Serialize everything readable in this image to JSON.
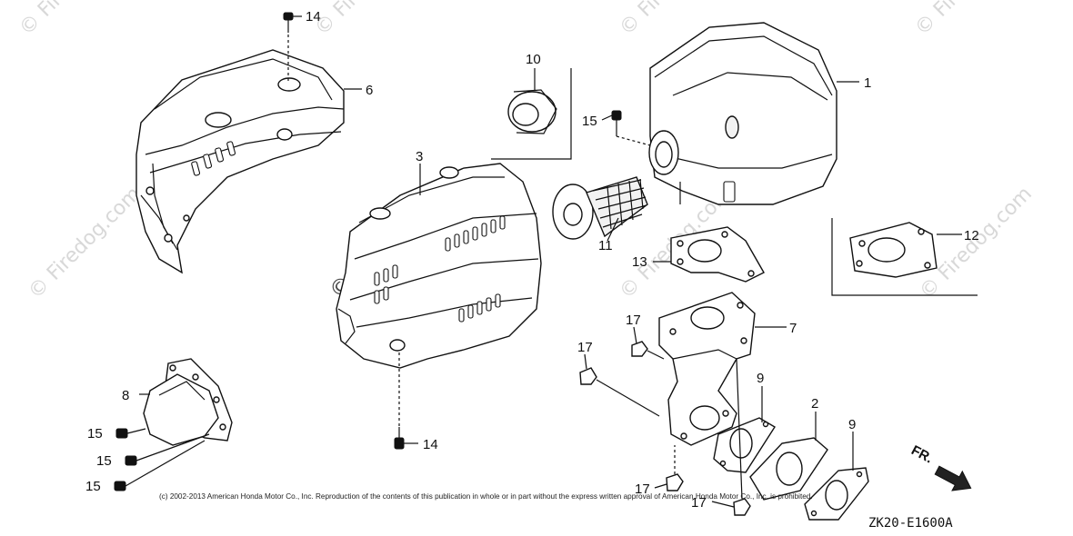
{
  "diagram": {
    "callouts": {
      "c1": "1",
      "c2": "2",
      "c3": "3",
      "c6": "6",
      "c7": "7",
      "c8": "8",
      "c9a": "9",
      "c9b": "9",
      "c10": "10",
      "c11": "11",
      "c12": "12",
      "c13": "13",
      "c14a": "14",
      "c14b": "14",
      "c15a": "15",
      "c15b": "15",
      "c15c": "15",
      "c15d": "15",
      "c17a": "17",
      "c17b": "17",
      "c17c": "17",
      "c17d": "17"
    },
    "direction_label": "FR.",
    "copyright": "(c) 2002-2013 American Honda Motor Co., Inc. Reproduction of the contents of this publication in whole or in part without the express written approval of American Honda Motor Co., Inc. is prohibited.",
    "diagram_code": "ZK20-E1600A",
    "watermark": "© Firedog.com"
  }
}
